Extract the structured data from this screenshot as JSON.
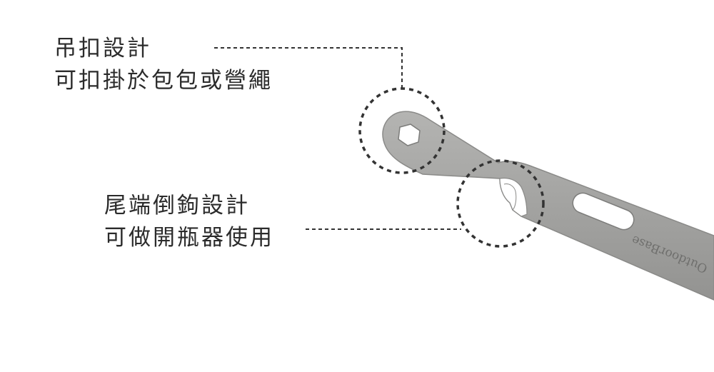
{
  "callouts": {
    "hang_buckle": {
      "line1": "吊扣設計",
      "line2": "可扣掛於包包或營繩"
    },
    "bottle_opener": {
      "line1": "尾端倒鉤設計",
      "line2": "可做開瓶器使用"
    }
  },
  "product": {
    "engraving": "OutdoorBase",
    "metal_color": "#a3a3a1",
    "edge_color": "#8a8a88"
  },
  "colors": {
    "text": "#2b2b2b",
    "dashed_line": "#333333",
    "background": "#ffffff"
  }
}
